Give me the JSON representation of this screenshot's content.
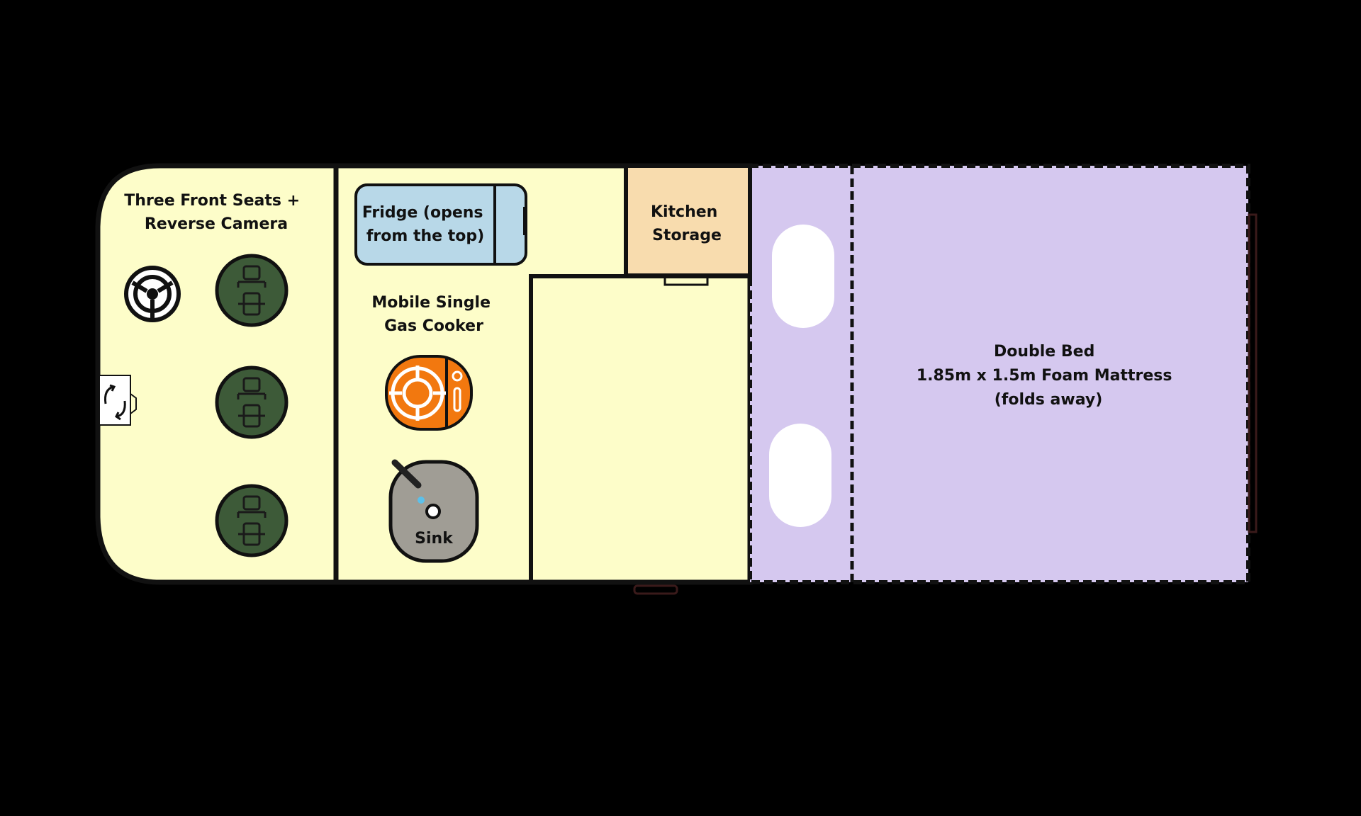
{
  "labels": {
    "front_seats": [
      "Three Front Seats +",
      "Reverse Camera"
    ],
    "fridge": [
      "Fridge (opens",
      "from the top)"
    ],
    "kitchen_storage": [
      "Kitchen",
      "Storage"
    ],
    "cooker": [
      "Mobile Single",
      "Gas Cooker"
    ],
    "sink": "Sink",
    "bed": [
      "Double Bed",
      "1.85m x 1.5m Foam Mattress",
      "(folds away)"
    ]
  },
  "colors": {
    "background": "#000000",
    "cabin": "#fdfdc9",
    "fridge": "#b8d8e8",
    "storage": "#f8dcae",
    "bed": "#d5c8ef",
    "seat": "#3d5a38",
    "cooker": "#f2780f",
    "sink": "#a09d95",
    "outline": "#111111"
  },
  "icons": {
    "steering_wheel": "steering-wheel-icon",
    "seat": "car-seat-icon",
    "camera": "reverse-camera-icon",
    "cooker": "gas-cooker-icon",
    "sink": "sink-icon"
  }
}
